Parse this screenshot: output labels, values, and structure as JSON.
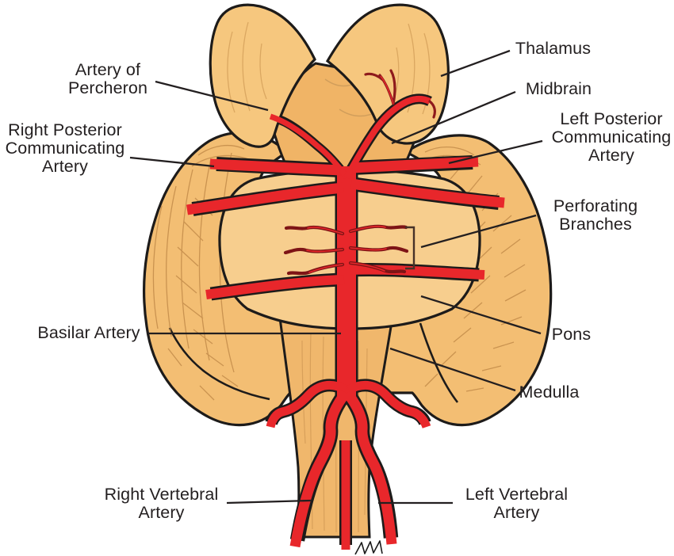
{
  "figure": {
    "type": "anatomical-diagram",
    "subject": "Posterior cerebral circulation / Artery of Percheron territory (brainstem, posterior view)",
    "colors": {
      "artery_red": "#E8272B",
      "artery_dark_branch": "#8E1A1C",
      "outline_black": "#1D1B1A",
      "tissue_tan": "#F3BE73",
      "tissue_light_pons": "#F7CE8E",
      "tissue_midbrain": "#F0B466",
      "tissue_thalamus": "#F6C77E",
      "tissue_medulla": "#F0B76C",
      "label_text": "#231F20",
      "background": "#FFFFFF"
    }
  },
  "labels": {
    "thalamus": "Thalamus",
    "midbrain": "Midbrain",
    "artery_of_percheron": "Artery of\nPercheron",
    "right_posterior_communicating_artery": "Right Posterior\nCommunicating\nArtery",
    "left_posterior_communicating_artery": "Left Posterior\nCommunicating\nArtery",
    "perforating_branches": "Perforating\nBranches",
    "basilar_artery": "Basilar Artery",
    "pons": "Pons",
    "medulla": "Medulla",
    "right_vertebral_artery": "Right Vertebral\nArtery",
    "left_vertebral_artery": "Left Vertebral\nArtery"
  }
}
